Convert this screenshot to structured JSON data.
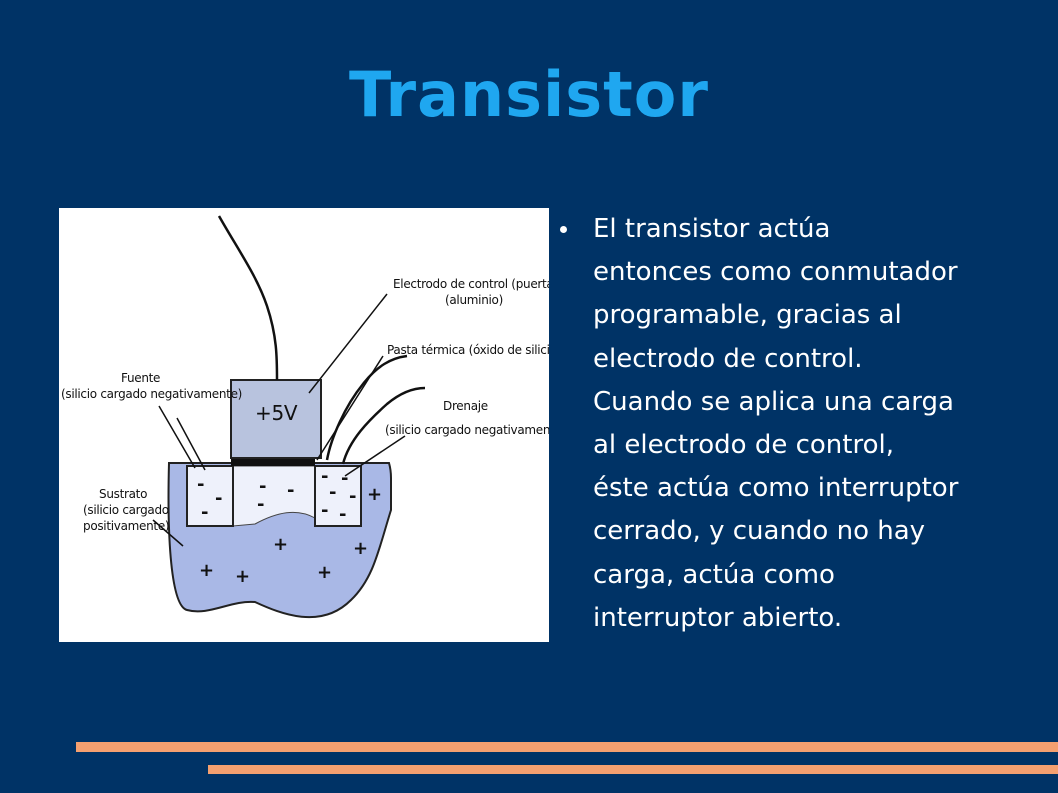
{
  "slide": {
    "title": "Transistor",
    "bullets": [
      {
        "lines": [
          "El transistor actúa",
          "entonces como conmutador",
          "programable, gracias al",
          "electrodo de control.",
          "Cuando se aplica una carga",
          "al electrodo de control,",
          "éste actúa como interruptor",
          "cerrado, y cuando no hay",
          "carga, actúa como",
          "interruptor abierto."
        ]
      }
    ]
  },
  "diagram": {
    "voltage_label": "+5V",
    "labels": {
      "gate_line1": "Electrodo de control (puerta)",
      "gate_line2": "(aluminio)",
      "paste": "Pasta térmica (óxido de silicio)",
      "source_line1": "Fuente",
      "source_line2": "(silicio cargado negativamente)",
      "drain_line1": "Drenaje",
      "drain_line2": "(silicio cargado negativamente)",
      "substrate_line1": "Sustrato",
      "substrate_line2": "(silicio cargado",
      "substrate_line3": "positivamente)"
    },
    "signs": {
      "negative": "-",
      "positive": "+"
    },
    "colors": {
      "substrate": "#a9b8e6",
      "region": "#eef1fb",
      "gate": "#b8c3de",
      "oxide": "#111111",
      "background": "#003366",
      "title": "#1fa7f0",
      "accent_bars": "#f4a070"
    }
  }
}
